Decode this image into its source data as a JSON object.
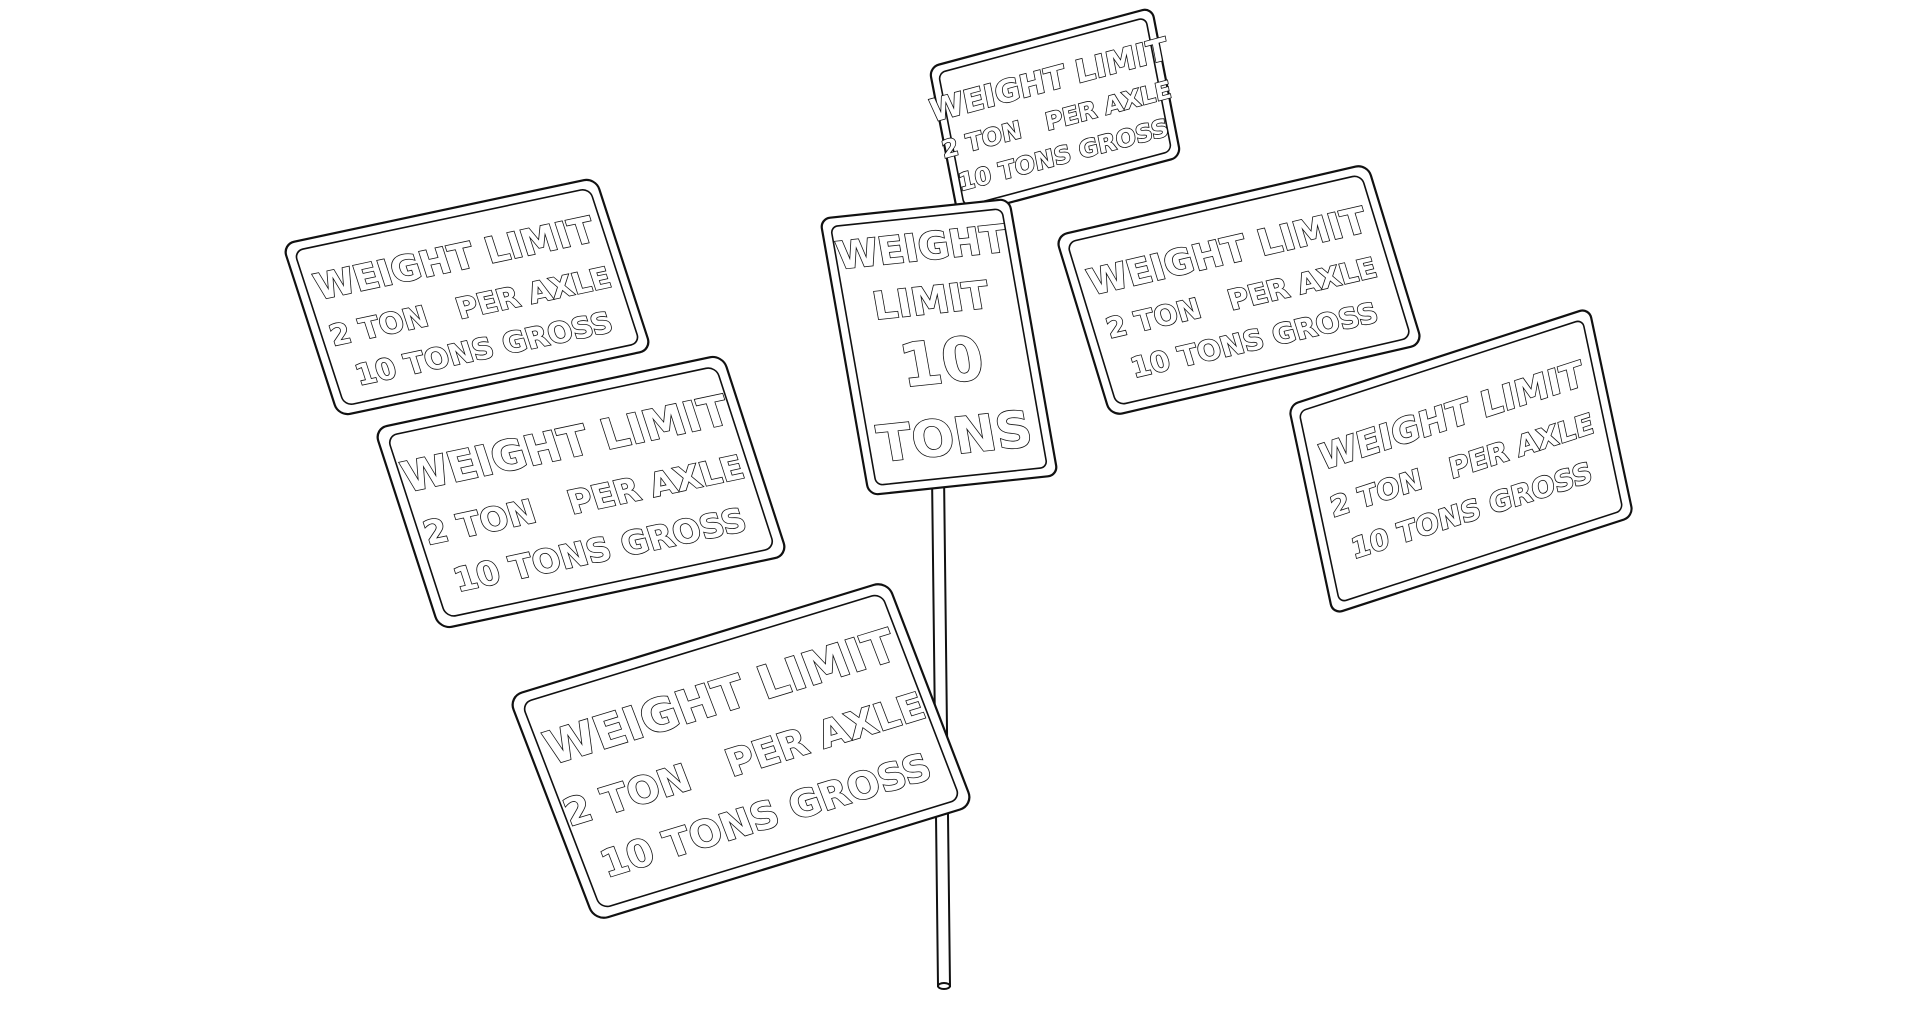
{
  "colors": {
    "background": "#ffffff",
    "line": "#111111"
  },
  "signs": [
    {
      "lines": [
        "WEIGHT LIMIT",
        "2 TON   PER AXLE",
        "10 TONS GROSS"
      ]
    },
    {
      "lines": [
        "WEIGHT LIMIT",
        "2 TON   PER AXLE",
        "10 TONS GROSS"
      ]
    },
    {
      "lines": [
        "WEIGHT LIMIT",
        "2 TON   PER AXLE",
        "10 TONS GROSS"
      ]
    },
    {
      "lines": [
        "WEIGHT LIMIT",
        "2 TON   PER AXLE",
        "10 TONS GROSS"
      ]
    },
    {
      "lines": [
        "WEIGHT LIMIT",
        "2 TON   PER AXLE",
        "10 TONS GROSS"
      ]
    },
    {
      "lines": [
        "WEIGHT LIMIT",
        "2 TON   PER AXLE",
        "10 TONS GROSS"
      ]
    },
    {
      "lines": [
        "WEIGHT",
        "LIMIT",
        "10",
        "TONS"
      ]
    }
  ]
}
